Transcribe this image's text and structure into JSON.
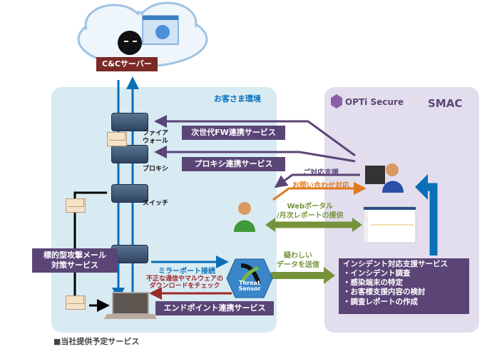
{
  "cloud": {
    "server_label": "C&Cサーバー"
  },
  "customer_env": {
    "title": "お客さま環境"
  },
  "smac": {
    "logo": "OPTi Secure",
    "title": "SMAC"
  },
  "devices": {
    "firewall": "ファイア\nウォール",
    "proxy": "プロキシ",
    "switch": "スイッチ"
  },
  "services": {
    "fw": "次世代FW連携サービス",
    "proxy": "プロキシ連携サービス",
    "mail": "標的型攻撃メール\n対策サービス",
    "endpoint": "エンドポイント連携サービス"
  },
  "flows": {
    "support": "ご対応支援",
    "inquiry": "お問い合わせ対応",
    "portal": "Webポータル\n/月次レポートの提供",
    "suspicious": "疑わしい\nデータを送信",
    "mirror": "ミラーポート接続",
    "check": "不正な通信やマルウェアの\nダウンロードをチェック"
  },
  "threat_sensor": {
    "label": "Threat\nSensor"
  },
  "incident": {
    "title": "インシデント対応支援サービス",
    "items": [
      "・インシデント調査",
      "・感染端末の特定",
      "・お客様支援内容の検討",
      "・調査レポートの作成"
    ]
  },
  "footer": {
    "note": "■当社提供予定サービス"
  },
  "colors": {
    "purple": "#5b4577",
    "blue": "#0a6fb8",
    "green": "#76933c",
    "orange": "#e07b20",
    "red": "#a0282a"
  }
}
